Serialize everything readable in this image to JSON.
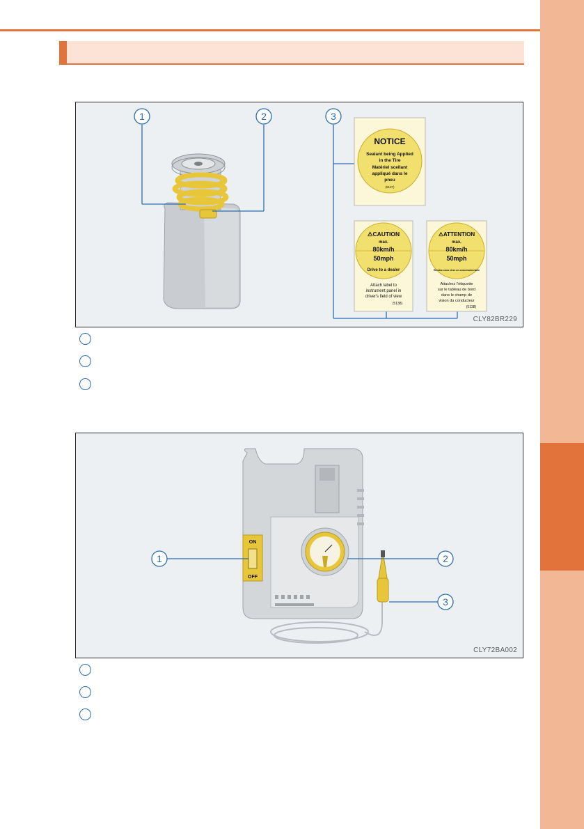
{
  "figure1": {
    "code": "CLY82BR229",
    "callouts": [
      "1",
      "2",
      "3"
    ],
    "labels": {
      "notice": {
        "title": "NOTICE",
        "lines": [
          "Sealant being Applied",
          "in the Tire",
          "Matériel scellant",
          "appliqué dans le",
          "pneu"
        ],
        "code": "(5137)"
      },
      "caution": {
        "title": "⚠CAUTION",
        "max": "max.",
        "kmh": "80km/h",
        "mph": "50mph",
        "arc": "Drive to a dealer",
        "lines": [
          "Attach label to",
          "instrument panel in",
          "driver's field of view"
        ],
        "code": "(5138)"
      },
      "attention": {
        "title": "⚠ATTENTION",
        "max": "max.",
        "kmh": "80km/h",
        "mph": "50mph",
        "arc": "Rendez-vous chez un concessionnaire",
        "lines": [
          "Attachez l'étiquette",
          "sur le tableau de bord",
          "dans le champ de",
          "vision du conducteur"
        ],
        "code": "(5138)"
      }
    }
  },
  "figure2": {
    "code": "CLY72BA002",
    "callouts": [
      "1",
      "2",
      "3"
    ],
    "switch_on": "ON",
    "switch_off": "OFF"
  },
  "colors": {
    "accent": "#e2733a",
    "side_tab": "#f2b896",
    "callout_line": "#2a6db0",
    "label_yellow": "#f1df6e"
  }
}
